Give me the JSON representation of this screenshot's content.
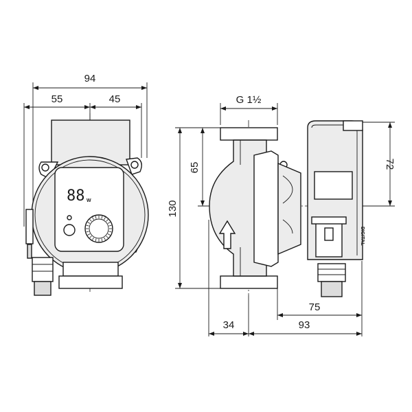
{
  "dimensions": {
    "overall_width": "94",
    "left_width": "55",
    "right_width": "45",
    "connection": "G 1½",
    "inlet_height": "65",
    "total_height": "130",
    "head_height": "72",
    "head_depth": "75",
    "side_left": "34",
    "side_right": "93"
  },
  "display": {
    "digits": "88",
    "unit": "W"
  },
  "label": {
    "side_marking": "DIGITAL"
  }
}
